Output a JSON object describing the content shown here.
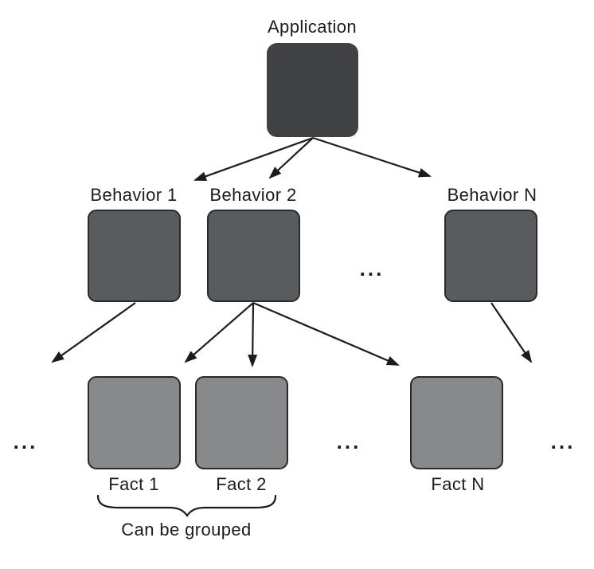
{
  "nodes": {
    "application": {
      "label": "Application"
    },
    "behaviors": [
      {
        "label": "Behavior 1"
      },
      {
        "label": "Behavior 2"
      },
      {
        "label": "Behavior N"
      }
    ],
    "facts": [
      {
        "label": "Fact 1"
      },
      {
        "label": "Fact 2"
      },
      {
        "label": "Fact N"
      }
    ]
  },
  "symbols": {
    "ellipsis": "..."
  },
  "annotations": {
    "group_label": "Can be grouped"
  },
  "colors": {
    "background": "#ffffff",
    "application_fill": "#404145",
    "behavior_fill": "#595c5e",
    "fact_fill": "#87898b",
    "node_border": "#2a2a2c",
    "arrow_and_text": "#1c1c1c"
  }
}
